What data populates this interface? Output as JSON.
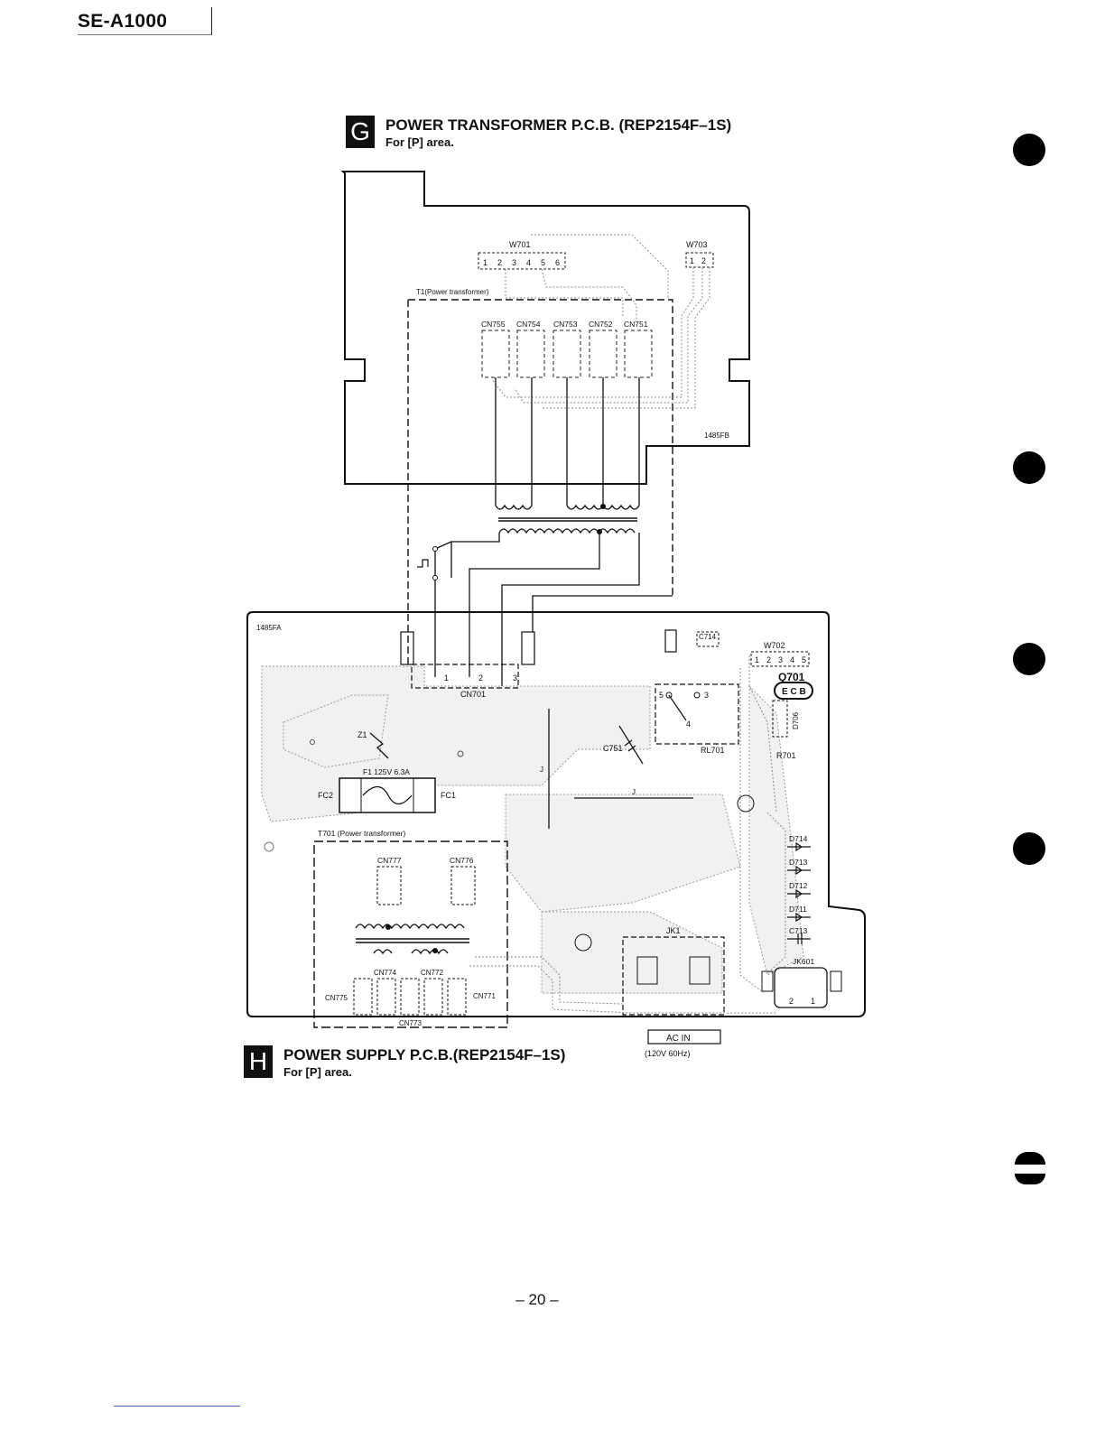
{
  "header": {
    "model": "SE-A1000"
  },
  "section_g": {
    "letter": "G",
    "title": "POWER TRANSFORMER P.C.B. (REP2154F–1S)",
    "subtitle": "For [P] area.",
    "board_code": "1485FB",
    "labels": {
      "w701": "W701",
      "w703": "W703",
      "t1": "T1(Power transformer)",
      "cn755": "CN755",
      "cn754": "CN754",
      "cn753": "CN753",
      "cn752": "CN752",
      "cn751": "CN751"
    },
    "w701_pins": [
      "1",
      "2",
      "3",
      "4",
      "5",
      "6"
    ],
    "w703_pins": [
      "1",
      "2"
    ]
  },
  "section_h": {
    "letter": "H",
    "title": "POWER SUPPLY P.C.B.(REP2154F–1S)",
    "subtitle": "For [P] area.",
    "board_code": "1485FA",
    "labels": {
      "cn701": "CN701",
      "z1": "Z1",
      "f1": "F1 125V 6.3A",
      "fc1": "FC1",
      "fc2": "FC2",
      "t701": "T701 (Power transformer)",
      "cn777": "CN777",
      "cn776": "CN776",
      "cn774": "CN774",
      "cn772": "CN772",
      "cn775": "CN775",
      "cn771": "CN771",
      "cn773": "CN773",
      "c714": "C714",
      "w702": "W702",
      "q701": "Q701",
      "q701_pins": "E C B",
      "d706": "D706",
      "rl701": "RL701",
      "r701": "R701",
      "c751": "C751",
      "d714": "D714",
      "d713": "D713",
      "d712": "D712",
      "d711": "D711",
      "c713": "C713",
      "jk601": "JK601",
      "jk1": "JK1",
      "j_a": "J",
      "j_b": "J",
      "rl_5": "5",
      "rl_3": "3",
      "rl_4": "4",
      "cn701_1": "1",
      "cn701_2": "2",
      "cn701_3": "3",
      "jk601_2": "2",
      "jk601_1": "1"
    },
    "w702_pins": [
      "1",
      "2",
      "3",
      "4",
      "5"
    ],
    "ac_in": "AC IN",
    "ac_spec": "(120V 60Hz)"
  },
  "footer": {
    "page": "– 20 –"
  }
}
